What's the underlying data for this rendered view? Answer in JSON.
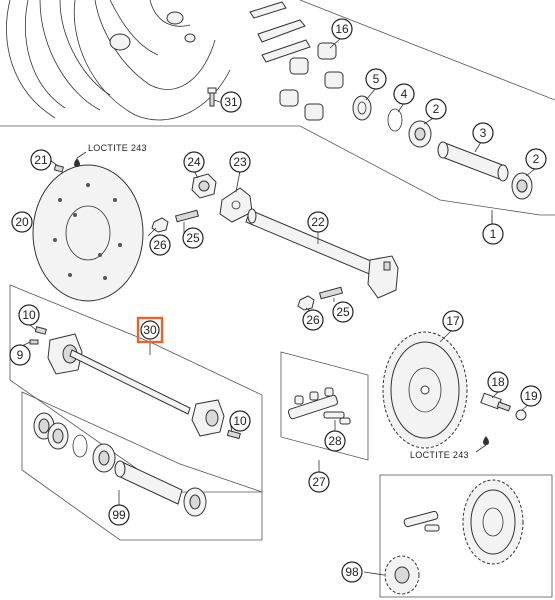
{
  "callouts": {
    "c1": "1",
    "c2a": "2",
    "c2b": "2",
    "c3": "3",
    "c4": "4",
    "c5": "5",
    "c9": "9",
    "c10a": "10",
    "c10b": "10",
    "c16": "16",
    "c17": "17",
    "c18": "18",
    "c19": "19",
    "c20": "20",
    "c21": "21",
    "c22": "22",
    "c23": "23",
    "c24": "24",
    "c25a": "25",
    "c25b": "25",
    "c26a": "26",
    "c26b": "26",
    "c27": "27",
    "c28": "28",
    "c30": "30",
    "c31": "31",
    "c98": "98",
    "c99": "99"
  },
  "labels": {
    "loctite_top": "LOCTITE 243",
    "loctite_bottom": "LOCTITE 243"
  },
  "highlight": {
    "selected_callout": "30",
    "color": "#e8642a"
  }
}
